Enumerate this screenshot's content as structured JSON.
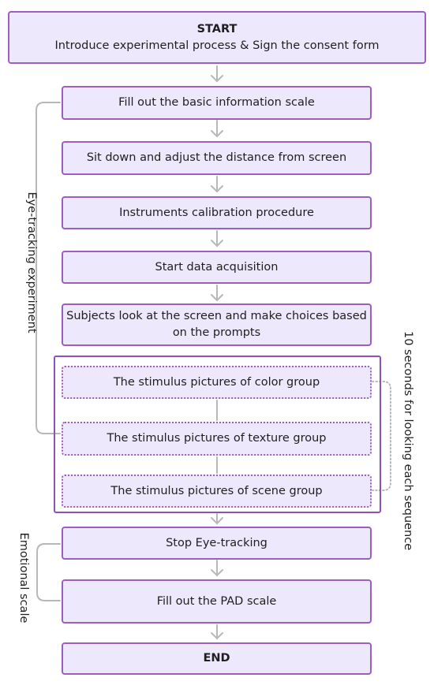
{
  "steps": {
    "start_title": "START",
    "start_desc": "Introduce experimental process & Sign the consent form",
    "basic_info": "Fill out the basic information scale",
    "sit_down": "Sit down and adjust the distance from screen",
    "calibration": "Instruments calibration procedure",
    "data_acq": "Start data acquisition",
    "look_line1": "Subjects look at the screen and make choices based",
    "look_line2": "on the prompts",
    "color_group": "The stimulus pictures of color group",
    "texture_group": "The stimulus pictures of texture group",
    "scene_group": "The stimulus pictures of scene group",
    "stop": "Stop Eye-tracking",
    "pad": "Fill out the PAD  scale",
    "end": "END"
  },
  "labels": {
    "eye_tracking": "Eye-tracking experiment",
    "emotional": "Emotional scale",
    "ten_seconds": "10 seconds for looking each sequence"
  },
  "colors": {
    "box_fill": "#ede8fb",
    "box_border": "#9b5fc0",
    "arrow": "#b5b5b5",
    "bracket": "#b5b5b5"
  }
}
